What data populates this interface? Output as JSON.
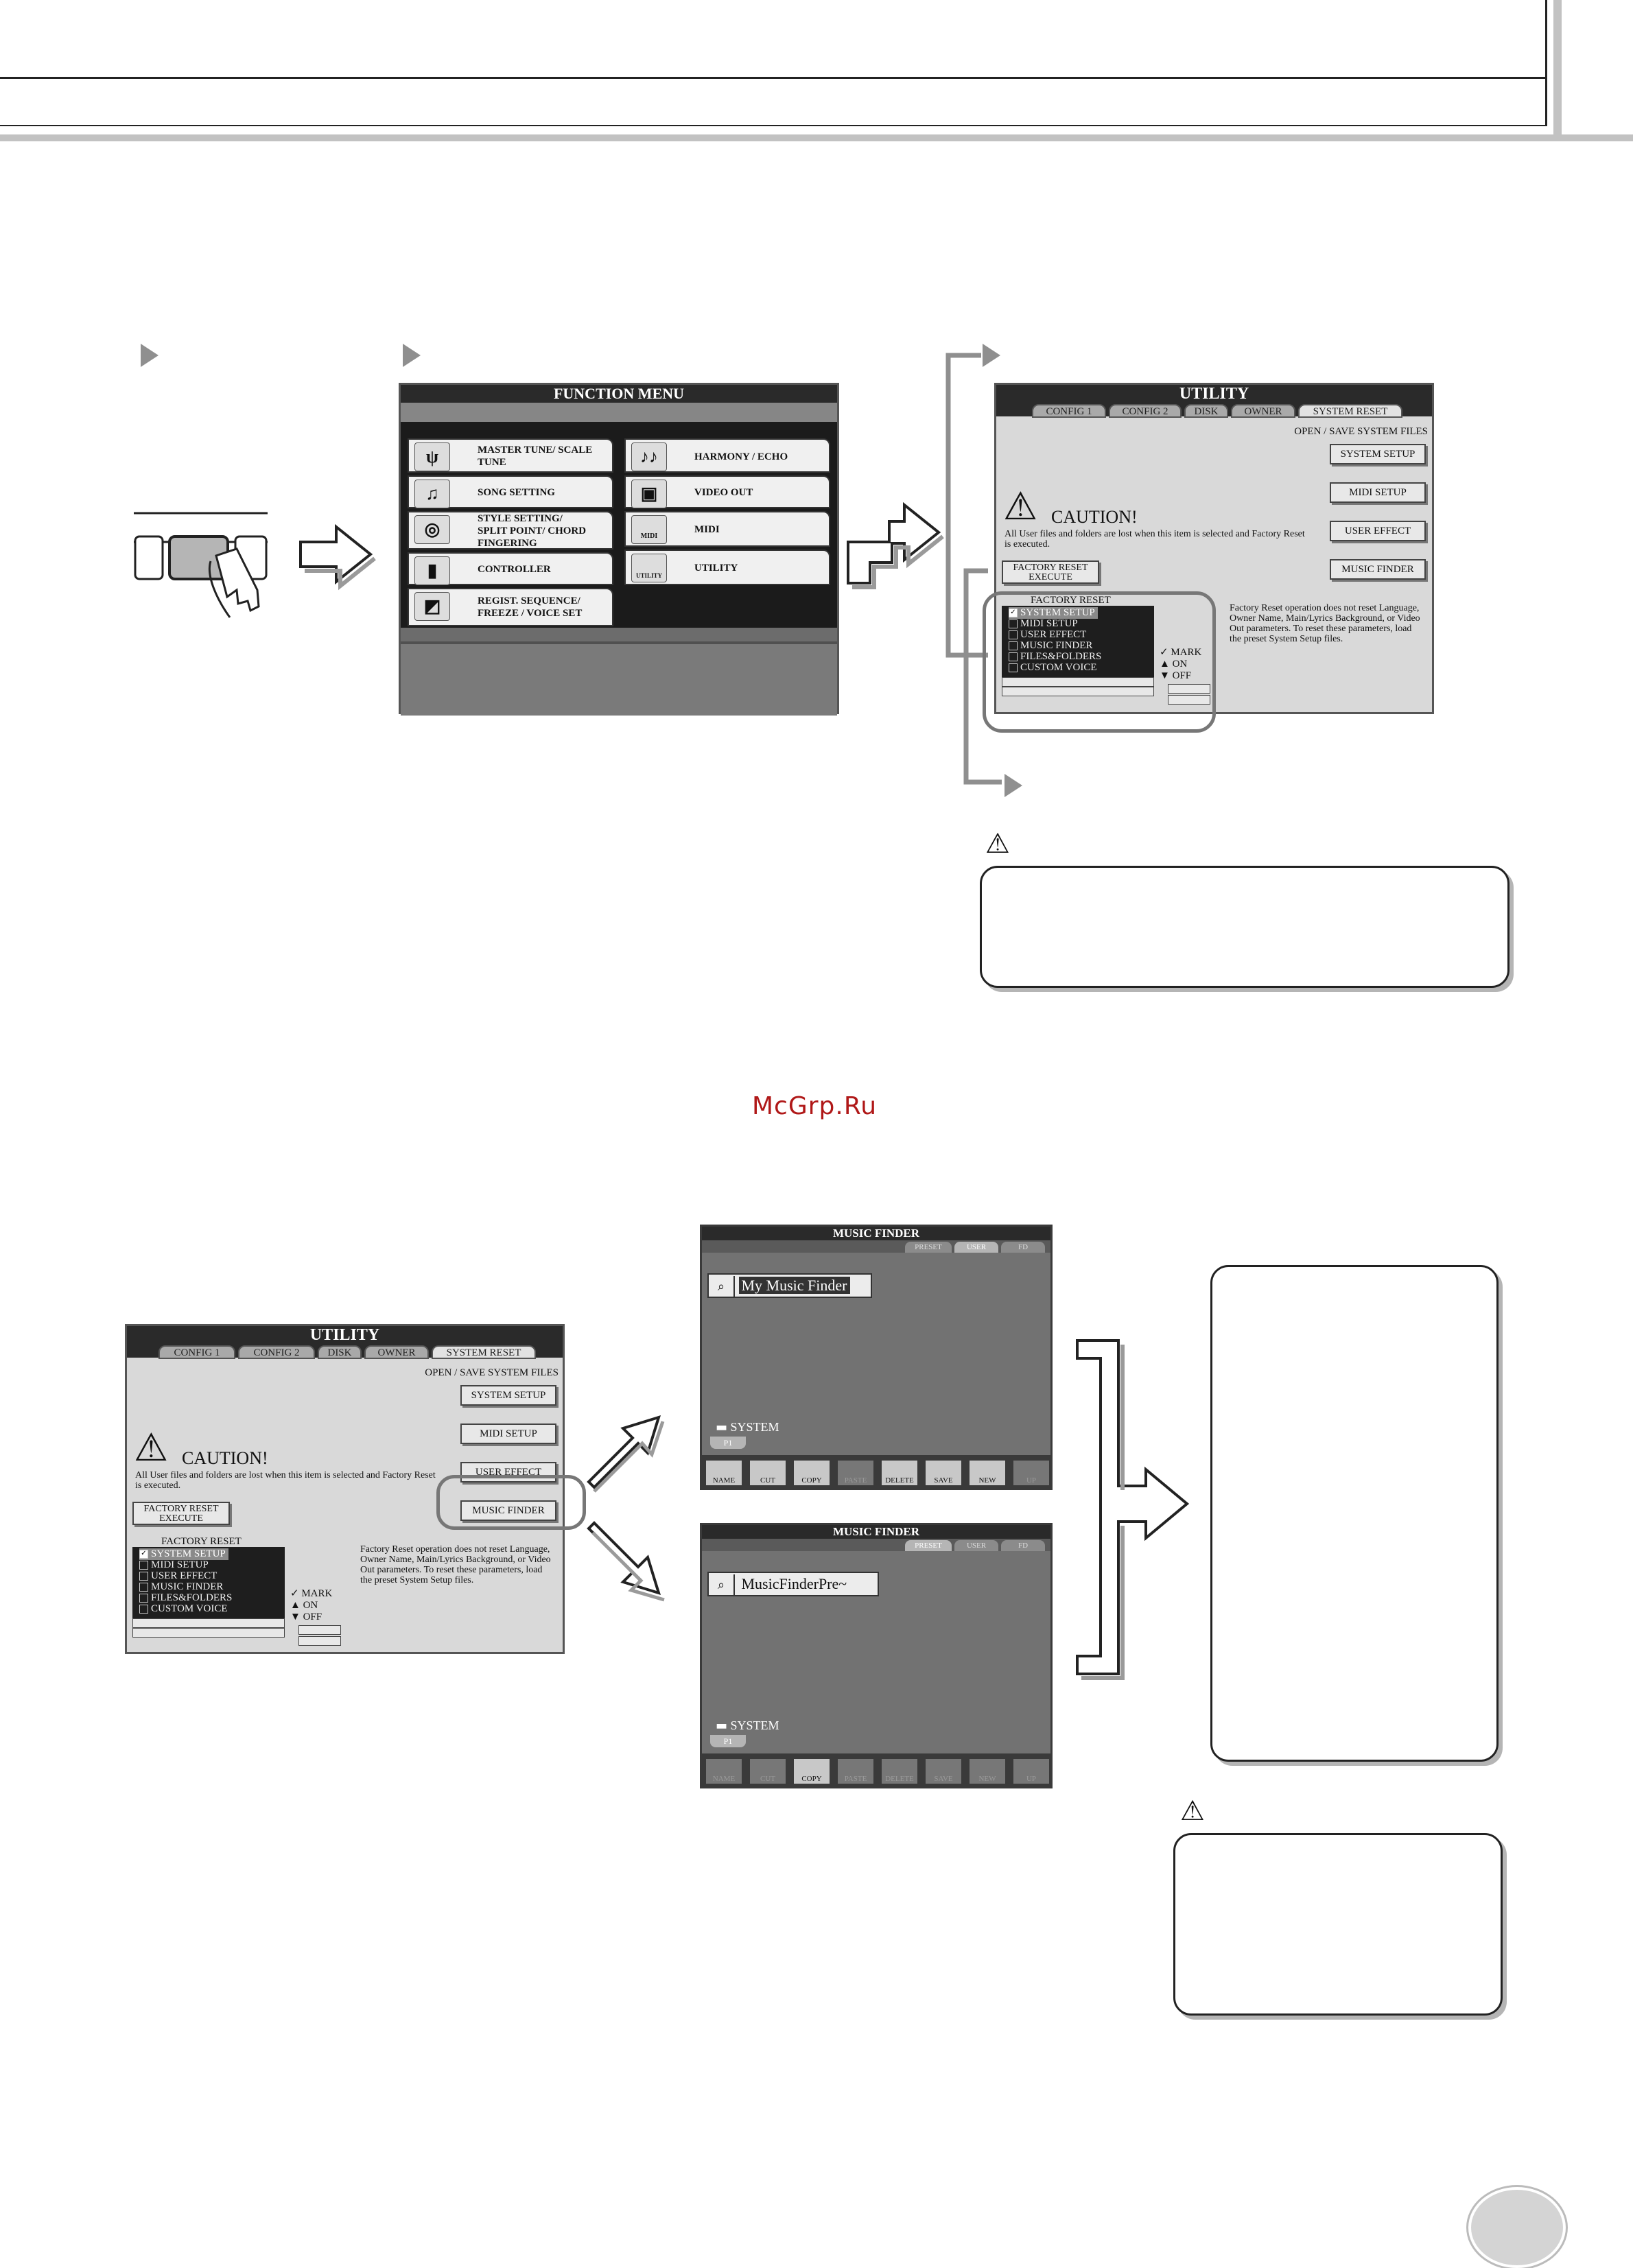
{
  "function_menu": {
    "title": "FUNCTION MENU",
    "left_items": [
      {
        "label": "MASTER TUNE/ SCALE TUNE",
        "icon": "tuning-fork-icon"
      },
      {
        "label": "SONG SETTING",
        "icon": "music-note-icon"
      },
      {
        "label": "STYLE SETTING/ SPLIT POINT/ CHORD FINGERING",
        "icon": "drum-icon"
      },
      {
        "label": "CONTROLLER",
        "icon": "controller-icon"
      },
      {
        "label": "REGIST. SEQUENCE/ FREEZE / VOICE SET",
        "icon": "regist-icon"
      }
    ],
    "right_items": [
      {
        "label": "HARMONY / ECHO",
        "icon": "harmony-icon"
      },
      {
        "label": "VIDEO OUT",
        "icon": "video-icon"
      },
      {
        "label": "MIDI",
        "icon": "midi-icon",
        "icon_text": "MIDI"
      },
      {
        "label": "UTILITY",
        "icon": "utility-icon",
        "icon_text": "UTILITY"
      }
    ]
  },
  "utility": {
    "title": "UTILITY",
    "tabs": [
      "CONFIG 1",
      "CONFIG 2",
      "DISK",
      "OWNER",
      "SYSTEM RESET"
    ],
    "section_label": "OPEN / SAVE SYSTEM FILES",
    "buttons": [
      "SYSTEM SETUP",
      "MIDI SETUP",
      "USER EFFECT",
      "MUSIC FINDER"
    ],
    "caution_title": "CAUTION!",
    "caution_text": "All User files and folders are lost when this item is selected and Factory Reset is executed.",
    "factory_reset_execute": "FACTORY RESET EXECUTE",
    "factory_reset_label": "FACTORY RESET",
    "list_items": [
      "SYSTEM SETUP",
      "MIDI SETUP",
      "USER EFFECT",
      "MUSIC FINDER",
      "FILES&FOLDERS",
      "CUSTOM VOICE"
    ],
    "checked_index": 0,
    "mark_label": "MARK",
    "on_label": "▲ ON",
    "off_label": "▼ OFF",
    "note_top": "Factory Reset operation does not reset Language, Owner Name, Main/Lyrics Background, or Video Out parameters. To reset these parameters, load the preset System Setup files."
  },
  "watermark": "McGrp.Ru",
  "music_finder_user": {
    "title": "MUSIC FINDER",
    "tabs": [
      "PRESET",
      "USER",
      "FD"
    ],
    "active_tab": 1,
    "file": "My Music Finder",
    "folder": "SYSTEM",
    "page": "P1",
    "functions": [
      "NAME",
      "CUT",
      "COPY",
      "PASTE",
      "DELETE",
      "SAVE",
      "NEW",
      "UP"
    ]
  },
  "music_finder_preset": {
    "title": "MUSIC FINDER",
    "tabs": [
      "PRESET",
      "USER",
      "FD"
    ],
    "active_tab": 0,
    "file": "MusicFinderPre~",
    "folder": "SYSTEM",
    "page": "P1",
    "functions": [
      "NAME",
      "CUT",
      "COPY",
      "PASTE",
      "DELETE",
      "SAVE",
      "NEW",
      "UP"
    ]
  }
}
